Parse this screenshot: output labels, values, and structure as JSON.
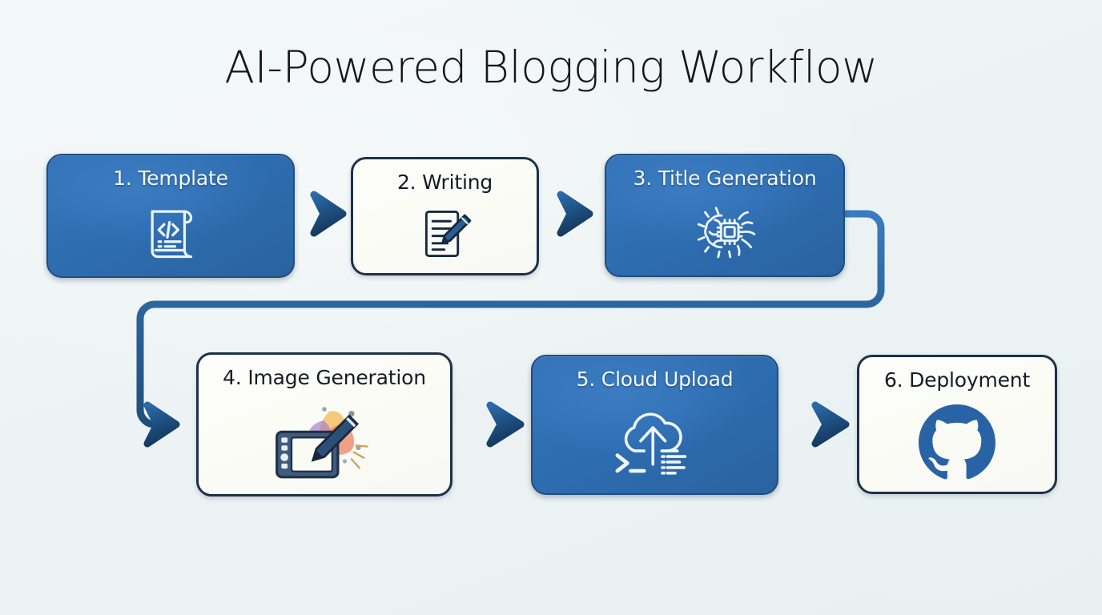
{
  "page": {
    "title": "AI-Powered Blogging Workflow",
    "background_color": "#eef4f5",
    "accent_blue": "#2e6cb0",
    "border_navy": "#1d3149",
    "card_white": "#fdfdf9",
    "title_color": "#161616"
  },
  "diagram": {
    "type": "flowchart",
    "orientation": "horizontal-serpentine",
    "step_count": 6,
    "steps": [
      {
        "index": 1,
        "label": "1. Template",
        "style": "filled",
        "icon": "code-scroll-icon",
        "row": 1,
        "column": 1
      },
      {
        "index": 2,
        "label": "2. Writing",
        "style": "outlined",
        "icon": "document-pencil-icon",
        "row": 1,
        "column": 2
      },
      {
        "index": 3,
        "label": "3. Title Generation",
        "style": "filled",
        "icon": "ai-brain-chip-icon",
        "row": 1,
        "column": 3
      },
      {
        "index": 4,
        "label": "4. Image Generation",
        "style": "outlined",
        "icon": "drawing-tablet-stylus-icon",
        "row": 2,
        "column": 1
      },
      {
        "index": 5,
        "label": "5. Cloud Upload",
        "style": "filled",
        "icon": "cloud-upload-terminal-icon",
        "row": 2,
        "column": 2
      },
      {
        "index": 6,
        "label": "6. Deployment",
        "style": "outlined",
        "icon": "github-octocat-icon",
        "row": 2,
        "column": 3
      }
    ],
    "connectors": [
      {
        "name": "connector-1-to-2",
        "kind": "straight-arrow",
        "from": 1,
        "to": 2
      },
      {
        "name": "connector-2-to-3",
        "kind": "straight-arrow",
        "from": 2,
        "to": 3
      },
      {
        "name": "connector-3-to-4",
        "kind": "wrap-around-arrow",
        "from": 3,
        "to": 4
      },
      {
        "name": "connector-4-to-5",
        "kind": "straight-arrow",
        "from": 4,
        "to": 5
      },
      {
        "name": "connector-5-to-6",
        "kind": "straight-arrow",
        "from": 5,
        "to": 6
      }
    ]
  }
}
